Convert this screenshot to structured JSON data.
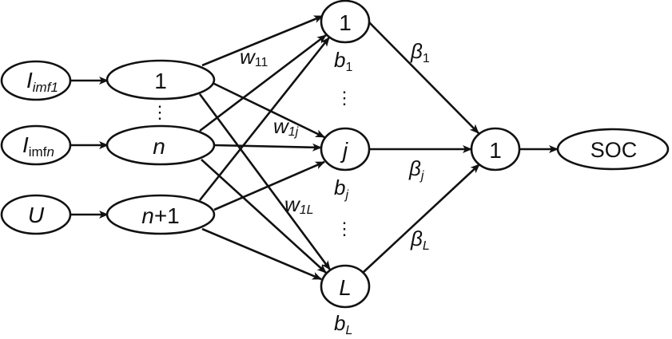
{
  "diagram": {
    "type": "neural-network",
    "inputs": [
      {
        "main": "I",
        "sub": "imf1",
        "sub_italic_part": ""
      },
      {
        "main": "I",
        "sub": "imf",
        "sub_italic_part": "n"
      },
      {
        "main": "U",
        "sub": "",
        "sub_italic_part": ""
      }
    ],
    "input_layer": [
      {
        "label": "1",
        "italic": false
      },
      {
        "label": "n",
        "italic": true
      },
      {
        "label_italic": "n",
        "label_rest": "+1"
      }
    ],
    "hidden_layer": [
      {
        "label": "1",
        "italic": false,
        "bias_main": "b",
        "bias_sub": "1"
      },
      {
        "label": "j",
        "italic": true,
        "bias_main": "b",
        "bias_sub": "j"
      },
      {
        "label": "L",
        "italic": true,
        "bias_main": "b",
        "bias_sub": "L"
      }
    ],
    "weights": [
      {
        "main": "w",
        "sub": "11"
      },
      {
        "main": "w",
        "sub": "1j"
      },
      {
        "main": "w",
        "sub": "1L"
      }
    ],
    "output_weights": [
      {
        "main": "β",
        "sub": "1"
      },
      {
        "main": "β",
        "sub": "j"
      },
      {
        "main": "β",
        "sub": "L"
      }
    ],
    "output_node": "1",
    "output": "SOC",
    "ellipsis": "⋮"
  }
}
